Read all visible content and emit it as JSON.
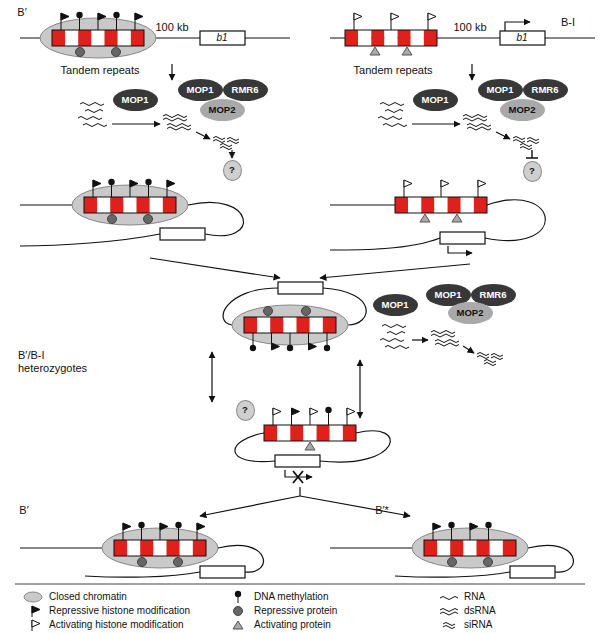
{
  "diagram": {
    "nodes": [
      {
        "text": [
          "MOP1"
        ]
      },
      {
        "text": [
          "MOP1"
        ]
      },
      {
        "text": [
          "RMR6"
        ]
      },
      {
        "text": [
          "MOP2"
        ]
      },
      {
        "text": [
          "?"
        ]
      },
      {
        "text": [
          "MOP1"
        ]
      },
      {
        "text": [
          "MOP1"
        ]
      },
      {
        "text": [
          "RMR6"
        ]
      },
      {
        "text": [
          "MOP2"
        ]
      },
      {
        "text": [
          "?"
        ]
      },
      {
        "text": [
          "MOP1"
        ]
      },
      {
        "text": [
          "MOP1"
        ]
      },
      {
        "text": [
          "RMR6"
        ]
      },
      {
        "text": [
          "MOP2"
        ]
      },
      {
        "text": [
          "?"
        ]
      }
    ],
    "labels": [
      "B′",
      "100 kb",
      "b1",
      "Tandem repeats",
      "B-I",
      "100 kb",
      "b1",
      "Tandem repeats",
      "B′/B-I heterozygotes",
      "B′",
      "B′*"
    ],
    "legend": [
      {
        "text": "Closed chromatin"
      },
      {
        "text": "Repressive histone modification"
      },
      {
        "text": "Activating histone modification"
      },
      {
        "text": "DNA methylation"
      },
      {
        "text": "Repressive protein"
      },
      {
        "text": "Activating protein"
      },
      {
        "text": "RNA"
      },
      {
        "text": "dsRNA"
      },
      {
        "text": "siRNA"
      }
    ]
  }
}
